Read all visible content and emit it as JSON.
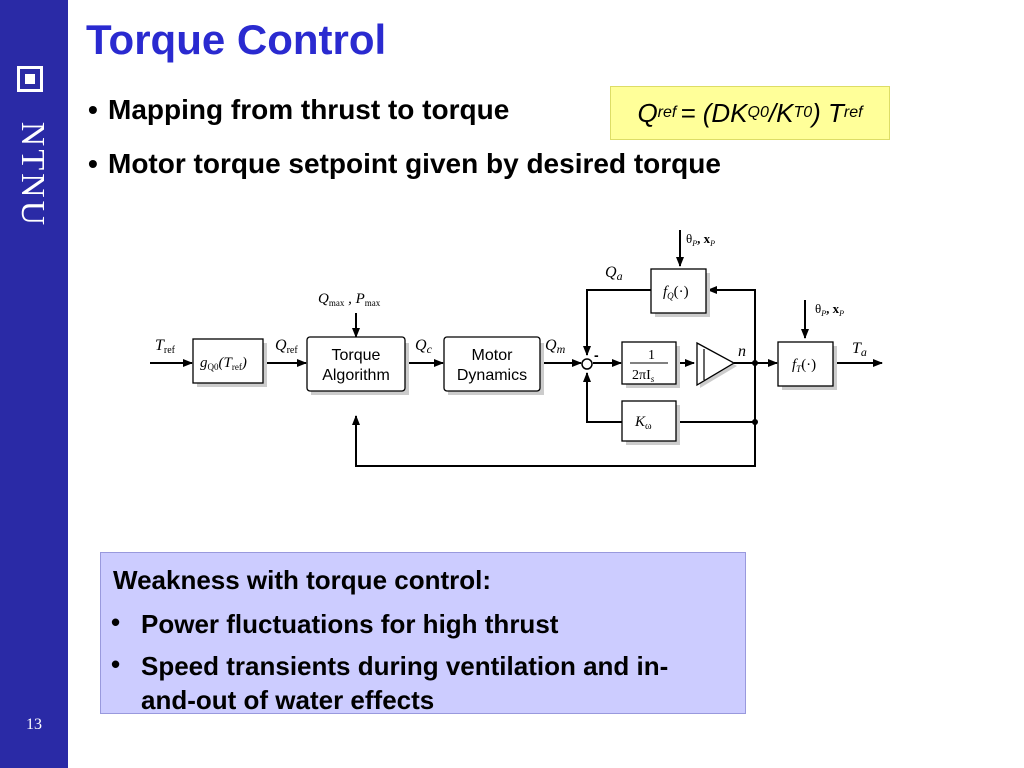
{
  "sidebar": {
    "logo_text": "NTNU",
    "page_number": "13",
    "color": "#2a2aa6"
  },
  "title": "Torque Control",
  "bullets": [
    "Mapping from thrust to torque",
    "Motor torque setpoint given by desired torque"
  ],
  "formula": {
    "lhs": "Q",
    "lhs_sub": "ref",
    "rhs": "= (DK",
    "rhs_sub1": "Q0",
    "mid": "/K",
    "rhs_sub2": "T0",
    "close": ") T",
    "rhs_sub3": "ref"
  },
  "diagram": {
    "input_label": "T",
    "input_sub": "ref",
    "block_g": "g",
    "block_g_sub": "Q0",
    "block_g_arg": "(T",
    "block_g_arg_sub": "ref",
    "block_g_close": ")",
    "qref_label": "Q",
    "qref_sub": "ref",
    "limits_label": "Q",
    "limits_sub1": "max",
    "limits_mid": " , P",
    "limits_sub2": "max",
    "torque_alg_line1": "Torque",
    "torque_alg_line2": "Algorithm",
    "qc_label": "Q",
    "qc_sub": "c",
    "motor_line1": "Motor",
    "motor_line2": "Dynamics",
    "qm_label": "Q",
    "qm_sub": "m",
    "minus_sign": "-",
    "qa_label": "Q",
    "qa_sub": "a",
    "fq_label": "f",
    "fq_sub": "Q",
    "fq_arg": "(·)",
    "theta_top": "θ",
    "theta_top_sub": "P",
    "theta_top_x": ", x",
    "theta_top_x_sub": "P",
    "integ_num": "1",
    "integ_den": "2πI",
    "integ_den_sub": "s",
    "n_label": "n",
    "k_label": "K",
    "k_sub": "ω",
    "ft_label": "f",
    "ft_sub": "T",
    "ft_arg": "(·)",
    "theta_right": "θ",
    "theta_right_sub": "P",
    "theta_right_x": ", x",
    "theta_right_x_sub": "P",
    "ta_label": "T",
    "ta_sub": "a"
  },
  "weakness": {
    "title": "Weakness with torque control:",
    "items": [
      "Power fluctuations for high thrust",
      "Speed transients during ventilation and in-and-out of water effects"
    ],
    "bullet_symbol": "•"
  },
  "colors": {
    "title": "#2a2ad0",
    "formula_bg": "#ffff99",
    "weak_bg": "#ccccff"
  }
}
